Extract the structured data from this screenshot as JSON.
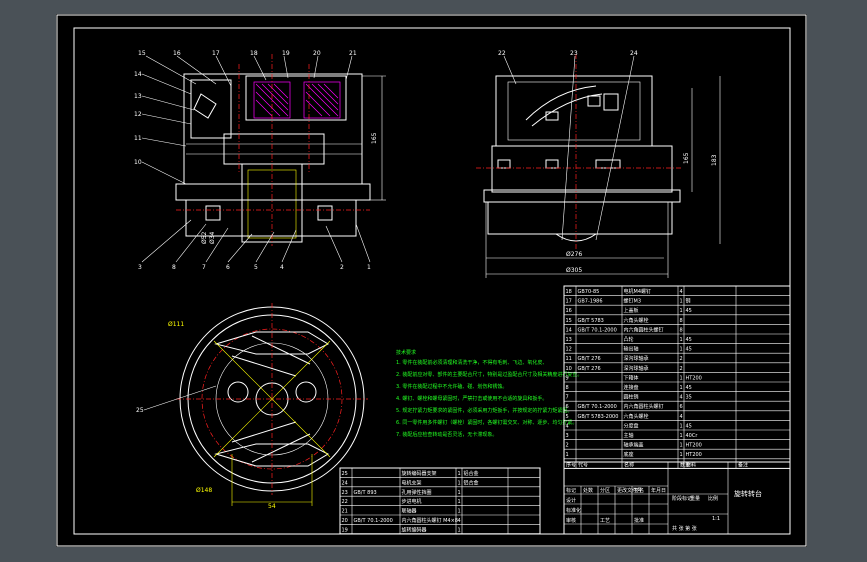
{
  "colors": {
    "background": "#000000",
    "frame": "#ffffff",
    "centerline": "#ff2020",
    "dimension": "#ffff00",
    "notes": "#22ff22",
    "hatching": "#ff00ff",
    "viewport": "#4a5157"
  },
  "front_view": {
    "balloons_top": [
      "15",
      "16",
      "17",
      "18",
      "19",
      "20",
      "21"
    ],
    "balloons_left": [
      "14",
      "13",
      "12",
      "11",
      "10"
    ],
    "balloons_bottom": [
      "3",
      "8",
      "7",
      "6",
      "5",
      "4",
      "2",
      "1"
    ],
    "height_dim": "165",
    "dia_labels": [
      "Ø52",
      "Ø34"
    ]
  },
  "side_view": {
    "balloons_top": [
      "22",
      "23",
      "24"
    ],
    "height_dims": [
      "165",
      "183"
    ],
    "width_dim": "Ø276",
    "width_dim2": "Ø305"
  },
  "plan_view": {
    "balloon": "25",
    "labels": [
      "Ø111",
      "Ø148"
    ],
    "width_dim": "54"
  },
  "tech_notes": {
    "title": "技术要求",
    "lines": [
      "1. 零件在装配前必须清理和清洗干净，不得有毛刺、飞边、氧化皮、",
      "2. 装配前应对零、部件的主要配合尺寸，特别是过盈配合尺寸及相关精度进行复查。",
      "3. 零件在装配过程中不允许磕、碰、划伤和锈蚀。",
      "4. 螺钉、螺栓和螺母紧固时，严禁打击或使用不合适的旋具和扳手。",
      "5. 规定拧紧力矩要求的紧固件，必须采用力矩扳手，并按规定的拧紧力矩紧固。",
      "6. 同一零件用多件螺钉（螺栓）紧固时，各螺钉需交叉、对称、逐步、均匀拧紧。",
      "7. 装配后应检查转动是否灵活，无卡滞现象。"
    ]
  },
  "bom_upper": {
    "header": [
      "序号",
      "代号",
      "名称",
      "数量",
      "材料",
      "备注"
    ],
    "rows": [
      [
        "18",
        "GB70-85",
        "电机M4螺钉",
        "4",
        "",
        ""
      ],
      [
        "17",
        "GB7-1986",
        "螺钉M3",
        "1",
        "钢",
        ""
      ],
      [
        "16",
        "",
        "上盖板",
        "1",
        "45",
        ""
      ],
      [
        "15",
        "GB/T 5783",
        "六角头螺栓",
        "8",
        "",
        ""
      ],
      [
        "14",
        "GB/T 70.1-2000",
        "内六角圆柱头螺钉",
        "8",
        "",
        ""
      ],
      [
        "13",
        "",
        "凸轮",
        "1",
        "45",
        ""
      ],
      [
        "12",
        "",
        "输出轴",
        "1",
        "45",
        ""
      ],
      [
        "11",
        "GB/T 276",
        "深沟球轴承",
        "2",
        "",
        ""
      ],
      [
        "10",
        "GB/T 276",
        "深沟球轴承",
        "2",
        "",
        ""
      ],
      [
        "9",
        "",
        "下箱体",
        "1",
        "HT200",
        ""
      ],
      [
        "8",
        "",
        "连接盘",
        "1",
        "45",
        ""
      ],
      [
        "7",
        "",
        "圆柱销",
        "4",
        "35",
        ""
      ],
      [
        "6",
        "GB/T 70.1-2000",
        "内六角圆柱头螺钉",
        "6",
        "",
        ""
      ],
      [
        "5",
        "GB/T 5783-2000",
        "六角头螺栓",
        "4",
        "",
        ""
      ],
      [
        "4",
        "",
        "分度盘",
        "1",
        "45",
        ""
      ],
      [
        "3",
        "",
        "主轴",
        "1",
        "40Cr",
        ""
      ],
      [
        "2",
        "",
        "轴承端盖",
        "1",
        "HT200",
        ""
      ],
      [
        "1",
        "",
        "底座",
        "1",
        "HT200",
        ""
      ]
    ]
  },
  "bom_lower": {
    "rows": [
      [
        "25",
        "",
        "旋转编码器支架",
        "1",
        "铝合金",
        ""
      ],
      [
        "24",
        "",
        "电机支架",
        "1",
        "铝合金",
        ""
      ],
      [
        "23",
        "GB/T 893",
        "孔用弹性挡圈",
        "1",
        "",
        ""
      ],
      [
        "22",
        "",
        "步进电机",
        "1",
        "",
        ""
      ],
      [
        "21",
        "",
        "联轴器",
        "1",
        "",
        ""
      ],
      [
        "20",
        "GB/T 70.1-2000",
        "内六角圆柱头螺钉 M4×8",
        "4",
        "",
        ""
      ],
      [
        "19",
        "",
        "旋转编码器",
        "1",
        "",
        ""
      ]
    ]
  },
  "title_block": {
    "drawing_title": "旋转转台",
    "fields": [
      "标记",
      "处数",
      "分区",
      "更改文件号",
      "签名",
      "年月日",
      "设计",
      "标准化",
      "阶段标记",
      "重量",
      "比例",
      "审核",
      "工艺",
      "批准",
      "共 张 第 张"
    ],
    "scale": "1:1"
  }
}
